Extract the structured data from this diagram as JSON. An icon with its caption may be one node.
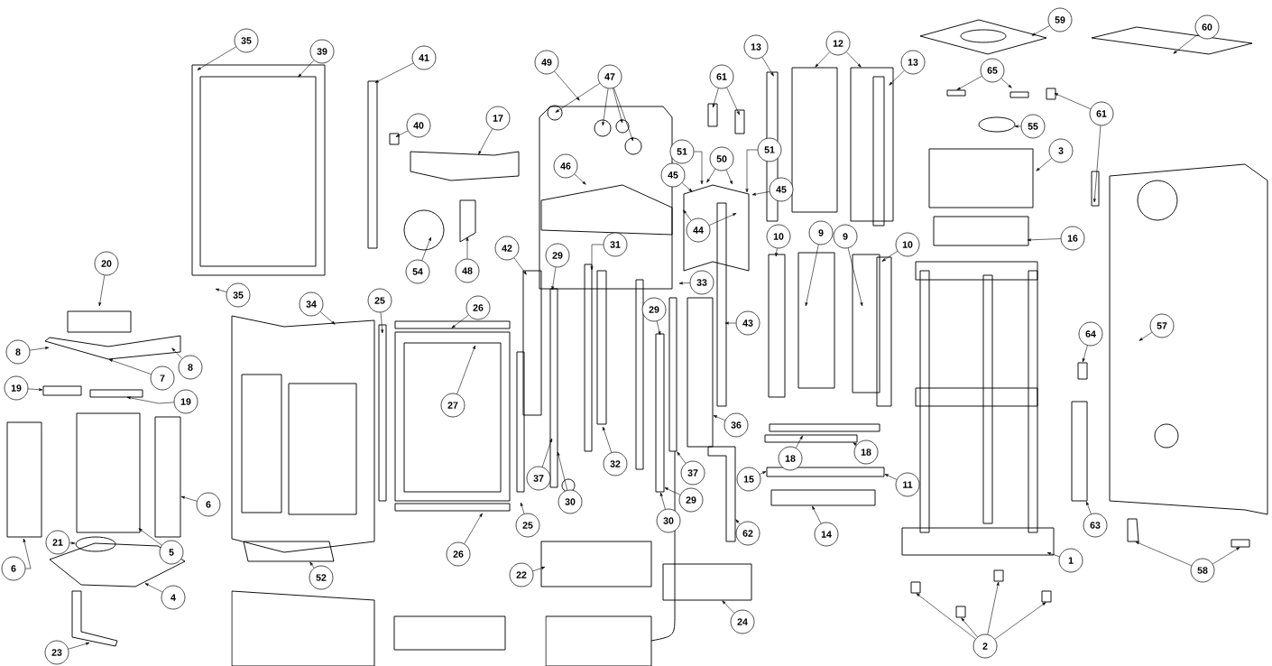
{
  "diagram": {
    "nodes": [
      {
        "text": [
          "35"
        ]
      },
      {
        "text": [
          "39"
        ]
      },
      {
        "text": [
          "41"
        ]
      },
      {
        "text": [
          "49"
        ]
      },
      {
        "text": [
          "47"
        ]
      },
      {
        "text": [
          "13"
        ]
      },
      {
        "text": [
          "12"
        ]
      },
      {
        "text": [
          "13"
        ]
      },
      {
        "text": [
          "59"
        ]
      },
      {
        "text": [
          "60"
        ]
      },
      {
        "text": [
          "61"
        ]
      },
      {
        "text": [
          "65"
        ]
      },
      {
        "text": [
          "61"
        ]
      },
      {
        "text": [
          "40"
        ]
      },
      {
        "text": [
          "17"
        ]
      },
      {
        "text": [
          "55"
        ]
      },
      {
        "text": [
          "51"
        ]
      },
      {
        "text": [
          "50"
        ]
      },
      {
        "text": [
          "51"
        ]
      },
      {
        "text": [
          "3"
        ]
      },
      {
        "text": [
          "46"
        ]
      },
      {
        "text": [
          "45"
        ]
      },
      {
        "text": [
          "45"
        ]
      },
      {
        "text": [
          "44"
        ]
      },
      {
        "text": [
          "16"
        ]
      },
      {
        "text": [
          "10"
        ]
      },
      {
        "text": [
          "9"
        ]
      },
      {
        "text": [
          "9"
        ]
      },
      {
        "text": [
          "10"
        ]
      },
      {
        "text": [
          "42"
        ]
      },
      {
        "text": [
          "31"
        ]
      },
      {
        "text": [
          "29"
        ]
      },
      {
        "text": [
          "20"
        ]
      },
      {
        "text": [
          "54"
        ]
      },
      {
        "text": [
          "48"
        ]
      },
      {
        "text": [
          "33"
        ]
      },
      {
        "text": [
          "35"
        ]
      },
      {
        "text": [
          "34"
        ]
      },
      {
        "text": [
          "25"
        ]
      },
      {
        "text": [
          "26"
        ]
      },
      {
        "text": [
          "29"
        ]
      },
      {
        "text": [
          "43"
        ]
      },
      {
        "text": [
          "57"
        ]
      },
      {
        "text": [
          "64"
        ]
      },
      {
        "text": [
          "8"
        ]
      },
      {
        "text": [
          "8"
        ]
      },
      {
        "text": [
          "7"
        ]
      },
      {
        "text": [
          "19"
        ]
      },
      {
        "text": [
          "19"
        ]
      },
      {
        "text": [
          "27"
        ]
      },
      {
        "text": [
          "36"
        ]
      },
      {
        "text": [
          "18"
        ]
      },
      {
        "text": [
          "18"
        ]
      },
      {
        "text": [
          "32"
        ]
      },
      {
        "text": [
          "37"
        ]
      },
      {
        "text": [
          "37"
        ]
      },
      {
        "text": [
          "15"
        ]
      },
      {
        "text": [
          "11"
        ]
      },
      {
        "text": [
          "30"
        ]
      },
      {
        "text": [
          "29"
        ]
      },
      {
        "text": [
          "6"
        ]
      },
      {
        "text": [
          "30"
        ]
      },
      {
        "text": [
          "25"
        ]
      },
      {
        "text": [
          "63"
        ]
      },
      {
        "text": [
          "14"
        ]
      },
      {
        "text": [
          "62"
        ]
      },
      {
        "text": [
          "21"
        ]
      },
      {
        "text": [
          "5"
        ]
      },
      {
        "text": [
          "26"
        ]
      },
      {
        "text": [
          "1"
        ]
      },
      {
        "text": [
          "6"
        ]
      },
      {
        "text": [
          "58"
        ]
      },
      {
        "text": [
          "22"
        ]
      },
      {
        "text": [
          "52"
        ]
      },
      {
        "text": [
          "4"
        ]
      },
      {
        "text": [
          "24"
        ]
      },
      {
        "text": [
          "2"
        ]
      },
      {
        "text": [
          "23"
        ]
      }
    ],
    "edges": [
      {
        "from": 0,
        "to": null,
        "arrow": "to"
      },
      {
        "from": 1,
        "to": null,
        "arrow": "to"
      },
      {
        "from": 2,
        "to": null,
        "arrow": "to"
      },
      {
        "from": 3,
        "to": null,
        "arrow": "to"
      },
      {
        "from": 4,
        "to": null,
        "arrow": "to"
      },
      {
        "from": 4,
        "to": null,
        "arrow": "to"
      },
      {
        "from": 4,
        "to": null,
        "arrow": "to"
      },
      {
        "from": 4,
        "to": null,
        "arrow": "to"
      },
      {
        "from": 5,
        "to": null,
        "arrow": "to"
      },
      {
        "from": 6,
        "to": null,
        "arrow": "to"
      },
      {
        "from": 6,
        "to": null,
        "arrow": "to"
      },
      {
        "from": 7,
        "to": null,
        "arrow": "to"
      },
      {
        "from": 8,
        "to": null,
        "arrow": "to"
      },
      {
        "from": 9,
        "to": null,
        "arrow": "to"
      },
      {
        "from": 10,
        "to": null,
        "arrow": "to"
      },
      {
        "from": 10,
        "to": null,
        "arrow": "to"
      },
      {
        "from": 11,
        "to": null,
        "arrow": "to"
      },
      {
        "from": 11,
        "to": null,
        "arrow": "to"
      },
      {
        "from": 12,
        "to": null,
        "arrow": "to"
      },
      {
        "from": 12,
        "to": null,
        "arrow": "to"
      },
      {
        "from": 13,
        "to": null,
        "arrow": "to"
      },
      {
        "from": 14,
        "to": null,
        "arrow": "to"
      },
      {
        "from": 15,
        "to": null,
        "arrow": "to"
      },
      {
        "from": 16,
        "to": null,
        "arrow": "to"
      },
      {
        "from": 17,
        "to": null,
        "arrow": "to"
      },
      {
        "from": 17,
        "to": null,
        "arrow": "to"
      },
      {
        "from": 18,
        "to": null,
        "arrow": "to"
      },
      {
        "from": 19,
        "to": null,
        "arrow": "to"
      },
      {
        "from": 20,
        "to": null,
        "arrow": "to"
      },
      {
        "from": 21,
        "to": null,
        "arrow": "to"
      },
      {
        "from": 22,
        "to": null,
        "arrow": "to"
      },
      {
        "from": 23,
        "to": null,
        "arrow": "to"
      },
      {
        "from": 23,
        "to": null,
        "arrow": "to"
      },
      {
        "from": 24,
        "to": null,
        "arrow": "to"
      },
      {
        "from": 25,
        "to": null,
        "arrow": "to"
      },
      {
        "from": 26,
        "to": null,
        "arrow": "to"
      },
      {
        "from": 27,
        "to": null,
        "arrow": "to"
      },
      {
        "from": 28,
        "to": null,
        "arrow": "to"
      },
      {
        "from": 29,
        "to": null,
        "arrow": "to"
      },
      {
        "from": 30,
        "to": null,
        "arrow": "to"
      },
      {
        "from": 31,
        "to": null,
        "arrow": "to"
      },
      {
        "from": 32,
        "to": null,
        "arrow": "to"
      },
      {
        "from": 33,
        "to": null,
        "arrow": "to"
      },
      {
        "from": 34,
        "to": null,
        "arrow": "to"
      },
      {
        "from": 35,
        "to": null,
        "arrow": "to"
      },
      {
        "from": 36,
        "to": null,
        "arrow": "to"
      },
      {
        "from": 37,
        "to": null,
        "arrow": "to"
      },
      {
        "from": 38,
        "to": null,
        "arrow": "to"
      },
      {
        "from": 39,
        "to": null,
        "arrow": "to"
      },
      {
        "from": 40,
        "to": null,
        "arrow": "to"
      },
      {
        "from": 41,
        "to": null,
        "arrow": "to"
      },
      {
        "from": 42,
        "to": null,
        "arrow": "to"
      },
      {
        "from": 43,
        "to": null,
        "arrow": "to"
      },
      {
        "from": 44,
        "to": null,
        "arrow": "to"
      },
      {
        "from": 45,
        "to": null,
        "arrow": "to"
      },
      {
        "from": 46,
        "to": null,
        "arrow": "to"
      },
      {
        "from": 47,
        "to": null,
        "arrow": "to"
      },
      {
        "from": 48,
        "to": null,
        "arrow": "to"
      },
      {
        "from": 49,
        "to": null,
        "arrow": "to"
      },
      {
        "from": 50,
        "to": null,
        "arrow": "to"
      },
      {
        "from": 51,
        "to": null,
        "arrow": "to"
      },
      {
        "from": 52,
        "to": null,
        "arrow": "to"
      },
      {
        "from": 53,
        "to": null,
        "arrow": "to"
      },
      {
        "from": 54,
        "to": null,
        "arrow": "to"
      },
      {
        "from": 55,
        "to": null,
        "arrow": "to"
      },
      {
        "from": 56,
        "to": null,
        "arrow": "to"
      },
      {
        "from": 57,
        "to": null,
        "arrow": "to"
      },
      {
        "from": 58,
        "to": null,
        "arrow": "to"
      },
      {
        "from": 59,
        "to": null,
        "arrow": "to"
      },
      {
        "from": 60,
        "to": null,
        "arrow": "to"
      },
      {
        "from": 61,
        "to": null,
        "arrow": "to"
      },
      {
        "from": 62,
        "to": null,
        "arrow": "to"
      },
      {
        "from": 63,
        "to": null,
        "arrow": "to"
      },
      {
        "from": 64,
        "to": null,
        "arrow": "to"
      },
      {
        "from": 65,
        "to": null,
        "arrow": "to"
      },
      {
        "from": 66,
        "to": null,
        "arrow": "to"
      },
      {
        "from": 67,
        "to": null,
        "arrow": "to"
      },
      {
        "from": 68,
        "to": null,
        "arrow": "to"
      },
      {
        "from": 69,
        "to": null,
        "arrow": "to"
      },
      {
        "from": 70,
        "to": null,
        "arrow": "to"
      },
      {
        "from": 71,
        "to": null,
        "arrow": "to"
      },
      {
        "from": 71,
        "to": null,
        "arrow": "to"
      },
      {
        "from": 72,
        "to": null,
        "arrow": "to"
      },
      {
        "from": 73,
        "to": null,
        "arrow": "to"
      },
      {
        "from": 74,
        "to": null,
        "arrow": "to"
      },
      {
        "from": 75,
        "to": null,
        "arrow": "to"
      },
      {
        "from": 76,
        "to": null,
        "arrow": "to"
      },
      {
        "from": 76,
        "to": null,
        "arrow": "to"
      },
      {
        "from": 76,
        "to": null,
        "arrow": "to"
      },
      {
        "from": 76,
        "to": null,
        "arrow": "to"
      },
      {
        "from": 77,
        "to": null,
        "arrow": "to"
      }
    ]
  }
}
